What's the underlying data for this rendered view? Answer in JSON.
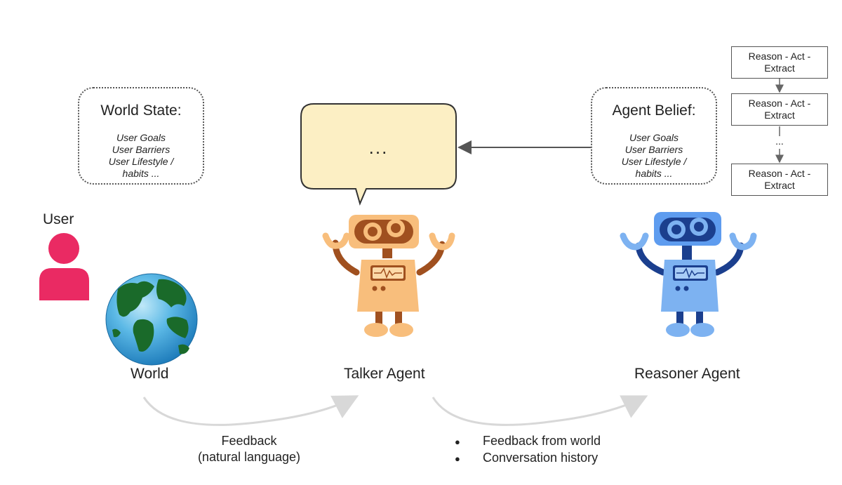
{
  "world_state": {
    "title": "World State:",
    "items": [
      "User Goals",
      "User Barriers",
      "User Lifestyle /",
      "habits ..."
    ]
  },
  "agent_belief": {
    "title": "Agent Belief:",
    "items": [
      "User Goals",
      "User Barriers",
      "User Lifestyle /",
      "habits ..."
    ]
  },
  "speech_bubble": {
    "text": "..."
  },
  "steps": [
    {
      "line1": "Reason - Act -",
      "line2": "Extract"
    },
    {
      "line1": "Reason - Act -",
      "line2": "Extract"
    },
    {
      "line1": "Reason - Act -",
      "line2": "Extract"
    }
  ],
  "step_ellipsis": "...",
  "labels": {
    "user": "User",
    "world": "World",
    "talker": "Talker Agent",
    "reasoner": "Reasoner Agent"
  },
  "feedback": {
    "line1": "Feedback",
    "line2": "(natural language)"
  },
  "inputs": [
    {
      "bullet": "●",
      "text": "Feedback from world"
    },
    {
      "bullet": "●",
      "text": "Conversation history"
    }
  ],
  "colors": {
    "user": "#ea2a63",
    "talker_robot": "#f8be7c",
    "talker_dark": "#a0501f",
    "reasoner_robot": "#5e9cef",
    "reasoner_dark": "#1b3f8e",
    "bubble_fill": "#fcefc4",
    "globe_ocean": "#39a6dc",
    "globe_land": "#1a6a2a"
  }
}
